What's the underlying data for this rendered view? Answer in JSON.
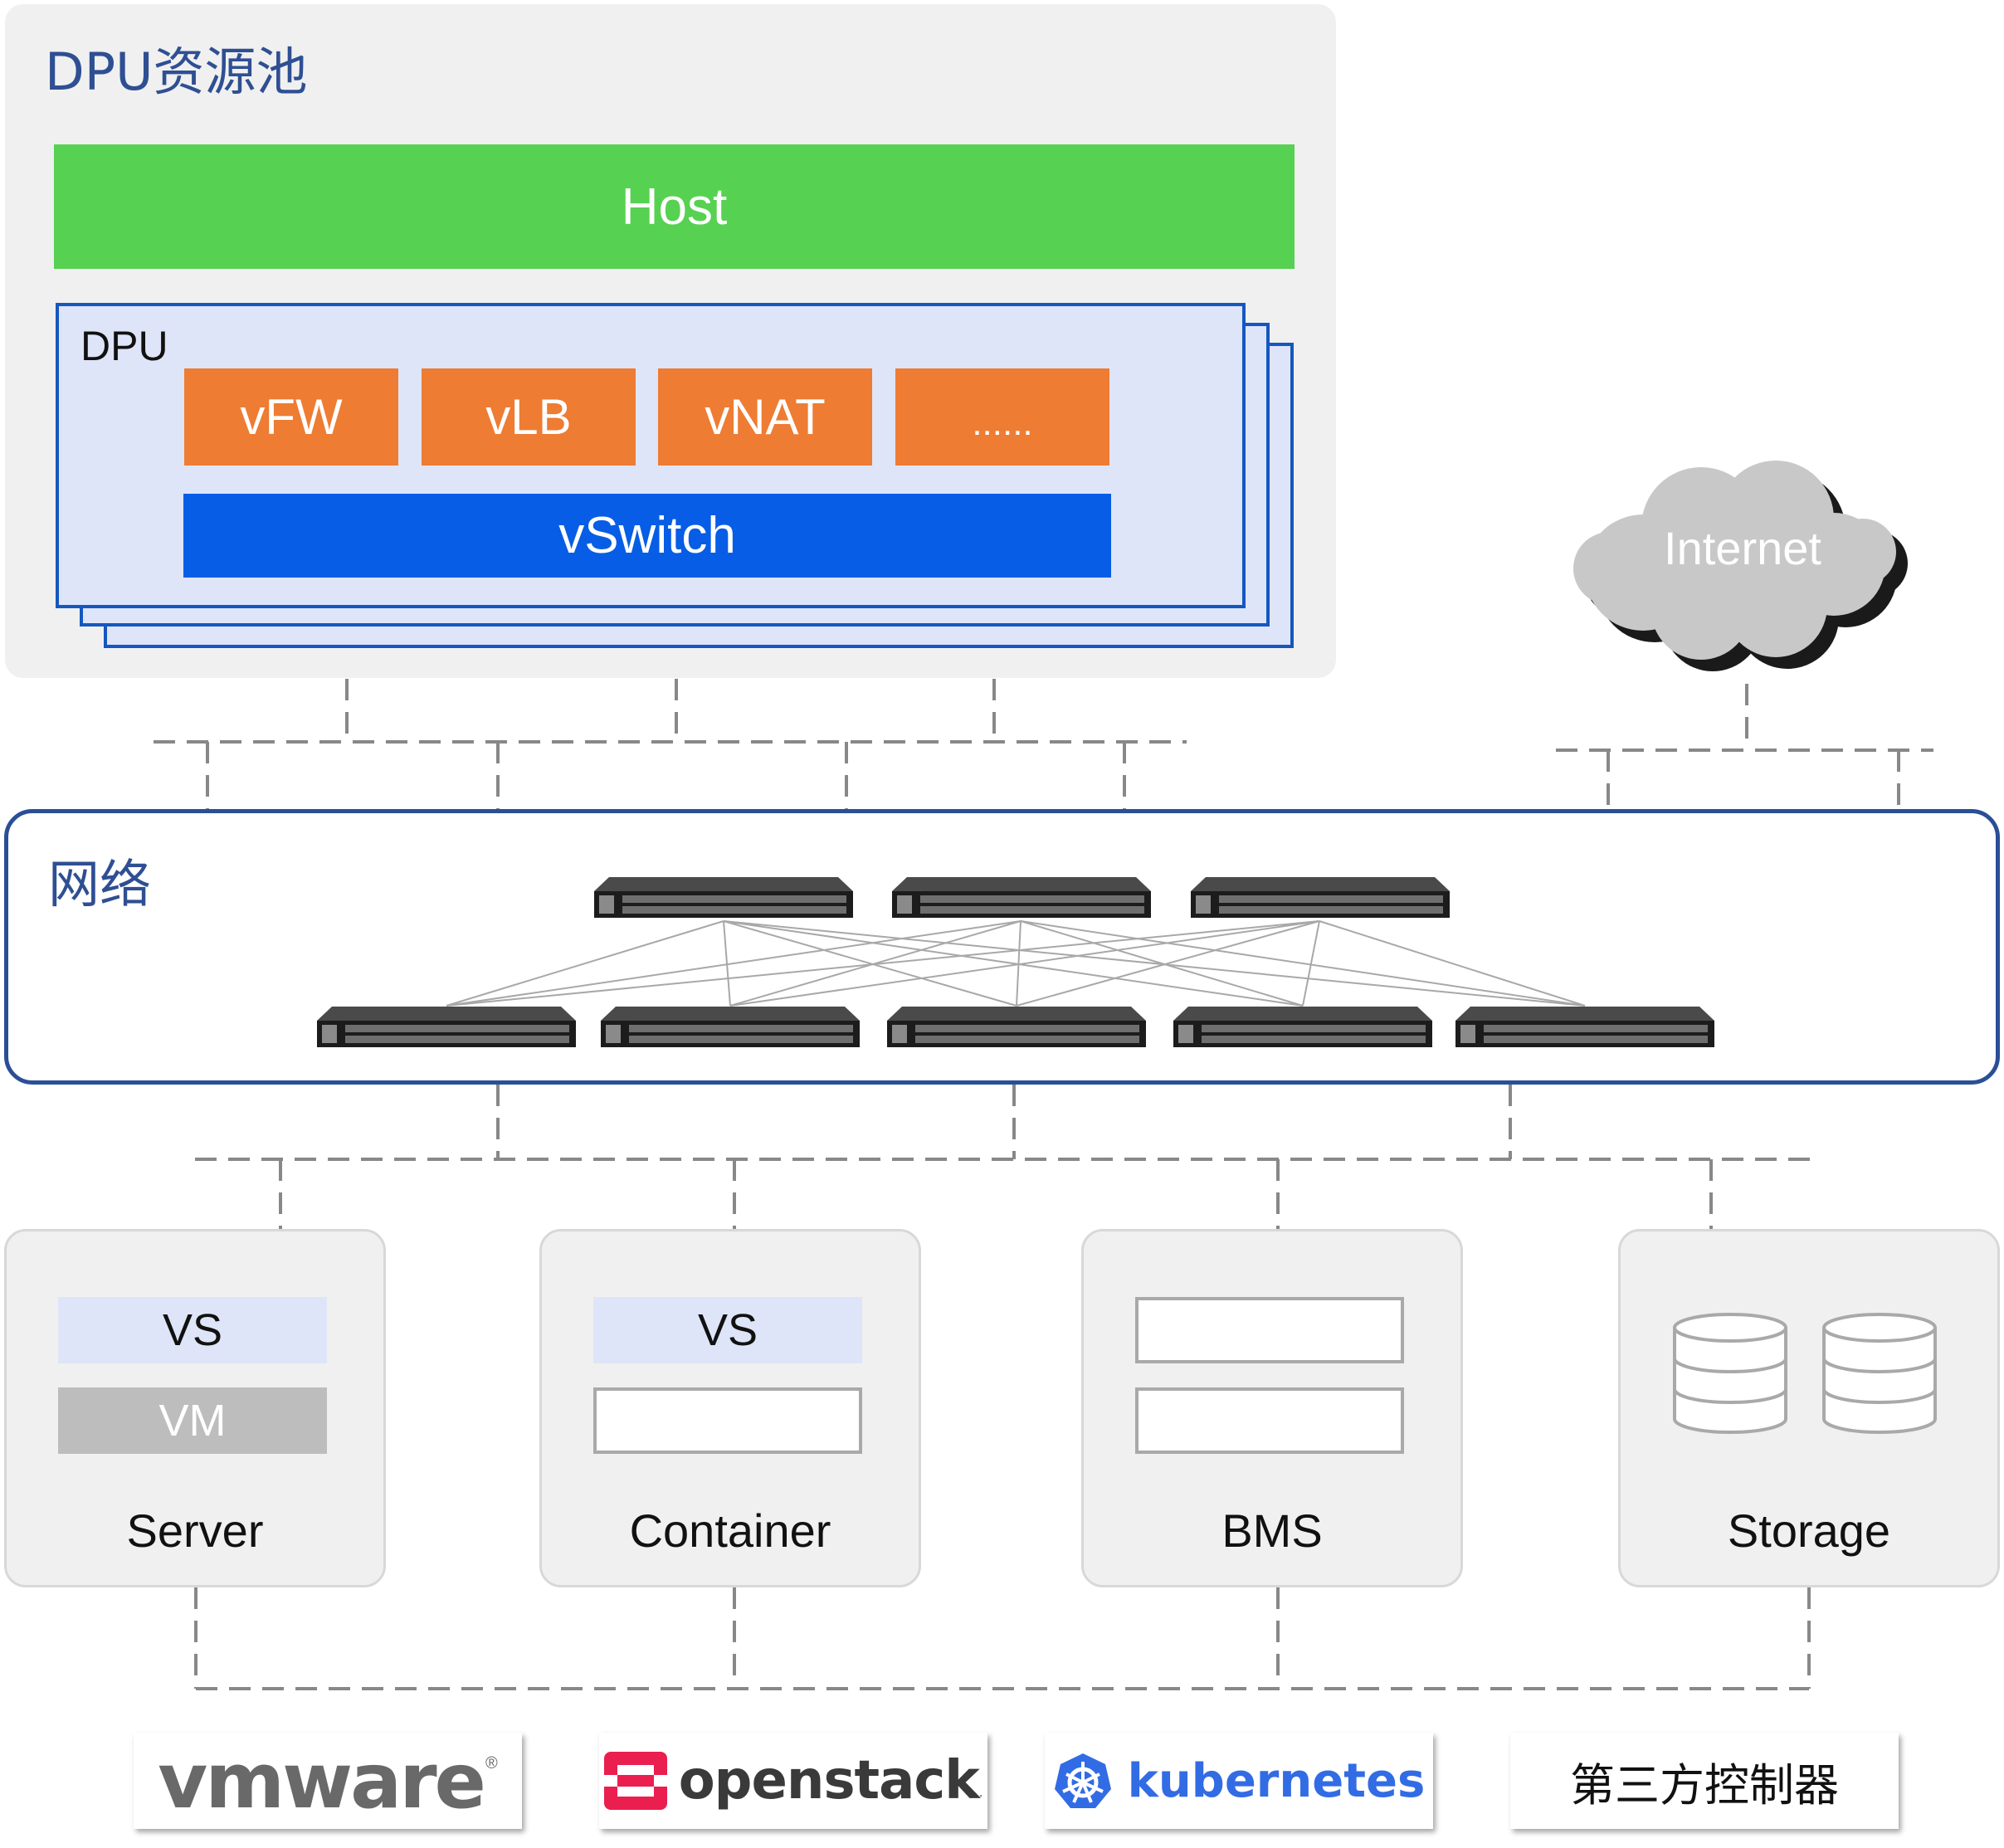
{
  "pool": {
    "title": "DPU资源池"
  },
  "host": {
    "label": "Host"
  },
  "dpu": {
    "label": "DPU",
    "functions": [
      "vFW",
      "vLB",
      "vNAT",
      "......"
    ],
    "vswitch": "vSwitch"
  },
  "internet": {
    "label": "Internet"
  },
  "network": {
    "title": "网络"
  },
  "resources": {
    "server": {
      "top_bar": "VS",
      "bottom_bar": "VM",
      "label": "Server"
    },
    "container": {
      "top_bar": "VS",
      "label": "Container"
    },
    "bms": {
      "label": "BMS"
    },
    "storage": {
      "label": "Storage"
    }
  },
  "controllers": {
    "vmware": {
      "text": "vmware",
      "mark": "®"
    },
    "openstack": {
      "text": "openstack",
      "mark": "."
    },
    "kubernetes": {
      "text": "kubernetes"
    },
    "third_party": {
      "text": "第三方控制器"
    }
  },
  "colors": {
    "host": "#57d152",
    "function": "#ee7c33",
    "vswitch": "#075de5",
    "dpu_card": "#dfe5f8",
    "title": "#2f4f93",
    "dashed_link": "#888888"
  }
}
